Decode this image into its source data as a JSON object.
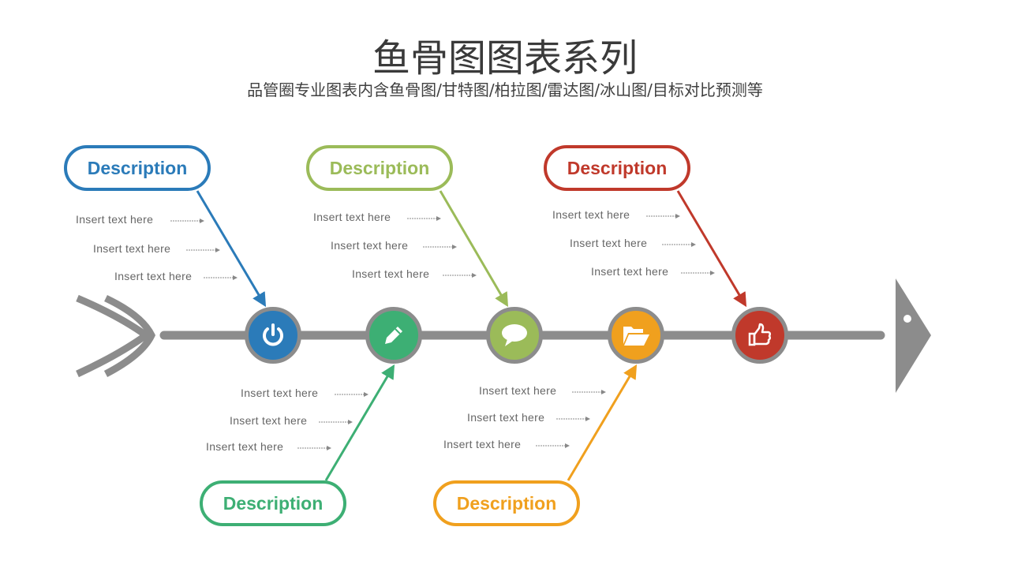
{
  "header": {
    "title": "鱼骨图图表系列",
    "subtitle": "品管圈专业图表内含鱼骨图/甘特图/柏拉图/雷达图/冰山图/目标对比预测等"
  },
  "colors": {
    "spine": "#8c8c8c",
    "blue": "#2b7bb9",
    "lime": "#9bbb59",
    "red": "#c0392b",
    "green": "#3daf74",
    "orange": "#f0a01e"
  },
  "branches": [
    {
      "id": "blue",
      "position": "top",
      "label": "Description",
      "color": "#2b7bb9",
      "items": [
        "Insert text here",
        "Insert text here",
        "Insert text here"
      ]
    },
    {
      "id": "lime",
      "position": "top",
      "label": "Description",
      "color": "#9bbb59",
      "items": [
        "Insert text here",
        "Insert text here",
        "Insert text here"
      ]
    },
    {
      "id": "red",
      "position": "top",
      "label": "Description",
      "color": "#c0392b",
      "items": [
        "Insert text here",
        "Insert text here",
        "Insert text here"
      ]
    },
    {
      "id": "green",
      "position": "bottom",
      "label": "Description",
      "color": "#3daf74",
      "items": [
        "Insert text here",
        "Insert text here",
        "Insert text here"
      ]
    },
    {
      "id": "orange",
      "position": "bottom",
      "label": "Description",
      "color": "#f0a01e",
      "items": [
        "Insert text here",
        "Insert text here",
        "Insert text here"
      ]
    }
  ],
  "nodes": [
    {
      "icon": "power-icon",
      "color": "#2b7bb9"
    },
    {
      "icon": "pencil-icon",
      "color": "#3daf74"
    },
    {
      "icon": "speech-bubble-icon",
      "color": "#9bbb59"
    },
    {
      "icon": "folder-open-icon",
      "color": "#f0a01e"
    },
    {
      "icon": "thumbs-up-icon",
      "color": "#c0392b"
    }
  ]
}
